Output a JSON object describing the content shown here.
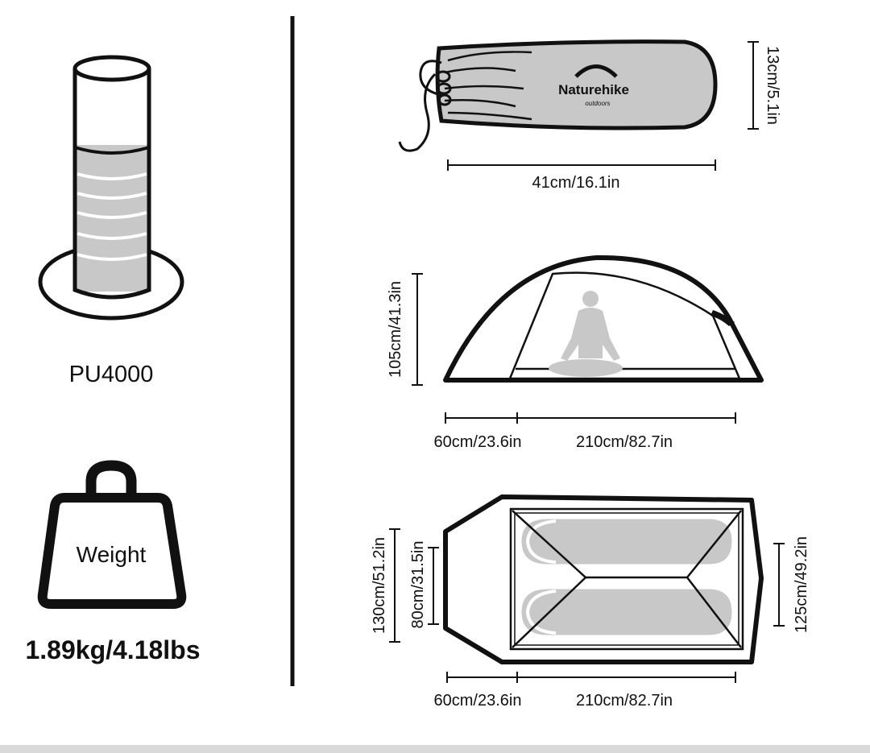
{
  "waterproof": {
    "label": "PU4000"
  },
  "weight": {
    "icon_label": "Weight",
    "value": "1.89kg/4.18lbs"
  },
  "bag": {
    "brand": "Naturehike",
    "brand_sub": "outdoors",
    "length_label": "41cm/16.1in",
    "diameter_label": "13cm/5.1in"
  },
  "side_view": {
    "height_label": "105cm/41.3in",
    "vestibule_label": "60cm/23.6in",
    "inner_length_label": "210cm/82.7in"
  },
  "top_view": {
    "outer_width_label": "130cm/51.2in",
    "inner_width_narrow_label": "80cm/31.5in",
    "inner_width_wide_label": "125cm/49.2in",
    "vestibule_label": "60cm/23.6in",
    "inner_length_label": "210cm/82.7in"
  },
  "colors": {
    "ink": "#111111",
    "fill": "#c8c8c8",
    "light": "#ffffff",
    "footer": "#d9d9d9"
  }
}
